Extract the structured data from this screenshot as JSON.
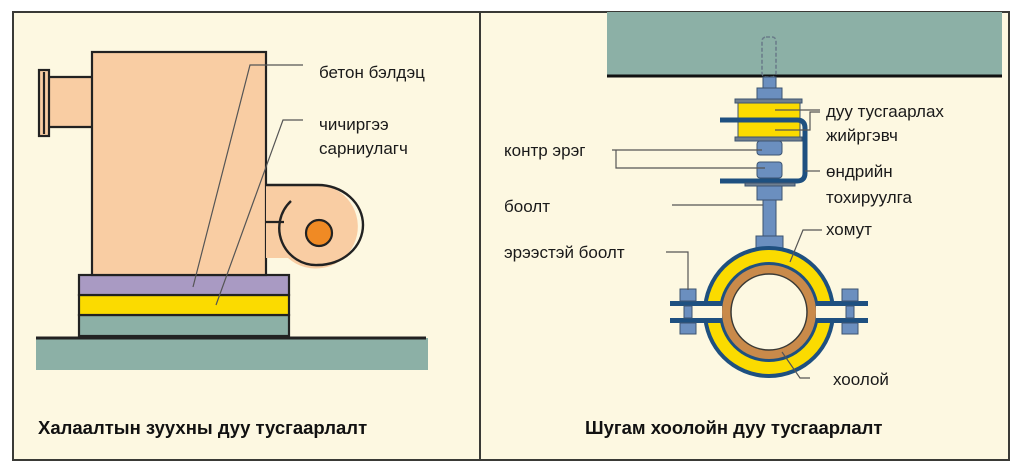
{
  "colors": {
    "background": "#fdf8e1",
    "frame": "#3a3a36",
    "boiler_body": "#f9cda3",
    "fan_hub": "#f08a24",
    "damper_layer": "#a99ac3",
    "elastic_layer": "#fbdb00",
    "concrete": "#8cb0a6",
    "steel_blue": "#6b8fbf",
    "bracket_blue": "#1e5080",
    "copper_pipe": "#c98a4a",
    "leader_line": "#555555"
  },
  "left_panel": {
    "caption": "Халаалтын зуухны дуу тусгаарлалт",
    "labels": {
      "concrete_block": "бетон бэлдэц",
      "vibration_damper_line1": "чичиргээ",
      "vibration_damper_line2": "сарниулагч"
    }
  },
  "right_panel": {
    "caption": "Шугам хоолойн дуу тусгаарлалт",
    "labels": {
      "isolator_line1": "дуу тусгаарлах",
      "isolator_line2": "жийргэвч",
      "locknut": "контр эрэг",
      "height_adjust_line1": "өндрийн",
      "height_adjust_line2": "тохируулга",
      "bolt": "боолт",
      "clamp": "хомут",
      "threaded_bolt": "эрээстэй боолт",
      "pipe": "хоолой"
    }
  }
}
